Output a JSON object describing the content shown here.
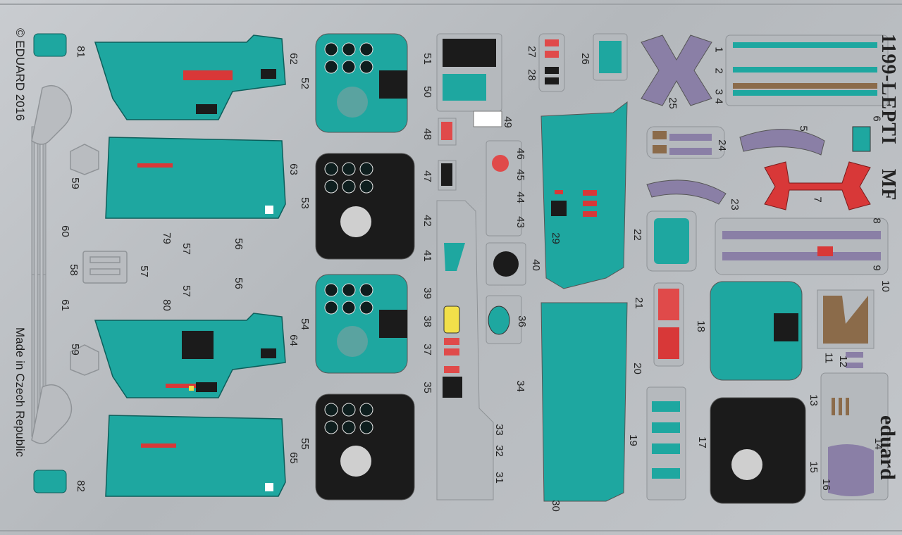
{
  "sheet": {
    "product_code": "1199-LEPTI",
    "product_suffix": "MF",
    "copyright": "© EDUARD 2016",
    "made_in": "Made in Czech Republic",
    "brand": "eduard"
  },
  "colors": {
    "fret": "#c0c3c7",
    "panel_teal": "#1ea7a0",
    "panel_dark": "#1b1b1b",
    "strap_purple": "#8a7fa6",
    "strap_brown": "#8b6b4a",
    "accent_red": "#d83838",
    "accent_yellow": "#f2e04a"
  },
  "part_numbers": {
    "p1": "1",
    "p2": "2",
    "p3": "3",
    "p4": "4",
    "p5": "5",
    "p6": "6",
    "p7": "7",
    "p8": "8",
    "p9": "9",
    "p10": "10",
    "p11": "11",
    "p12": "12",
    "p13": "13",
    "p14": "14",
    "p15": "15",
    "p16": "16",
    "p17": "17",
    "p18": "18",
    "p19": "19",
    "p20": "20",
    "p21": "21",
    "p22": "22",
    "p23": "23",
    "p24": "24",
    "p25": "25",
    "p26": "26",
    "p27": "27",
    "p28": "28",
    "p29": "29",
    "p30": "30",
    "p31": "31",
    "p32": "32",
    "p33": "33",
    "p34": "34",
    "p35": "35",
    "p36": "36",
    "p37": "37",
    "p38": "38",
    "p39": "39",
    "p40": "40",
    "p41": "41",
    "p42": "42",
    "p43": "43",
    "p44": "44",
    "p45": "45",
    "p46": "46",
    "p47": "47",
    "p48": "48",
    "p49": "49",
    "p50": "50",
    "p51": "51",
    "p52": "52",
    "p53": "53",
    "p54": "54",
    "p55": "55",
    "p56a": "56",
    "p56b": "56",
    "p57a": "57",
    "p57b": "57",
    "p57c": "57",
    "p58": "58",
    "p59a": "59",
    "p59b": "59",
    "p60": "60",
    "p61": "61",
    "p62": "62",
    "p63": "63",
    "p64": "64",
    "p65": "65",
    "p79": "79",
    "p80": "80",
    "p81": "81",
    "p82": "82"
  }
}
